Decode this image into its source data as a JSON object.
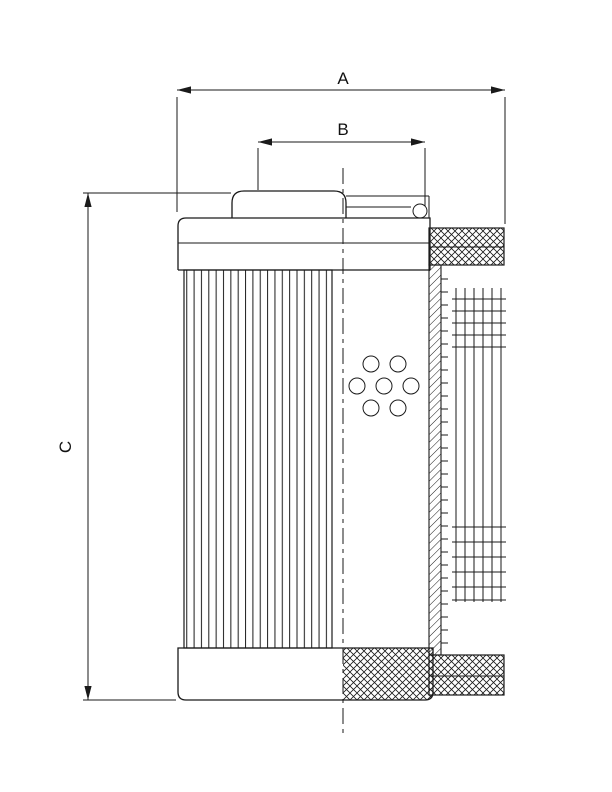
{
  "page": {
    "background_color": "#ffffff",
    "line_color": "#1a1a1a"
  },
  "drawing": {
    "labels": {
      "dim_a": "A",
      "dim_b": "B",
      "dim_c": "C"
    }
  }
}
